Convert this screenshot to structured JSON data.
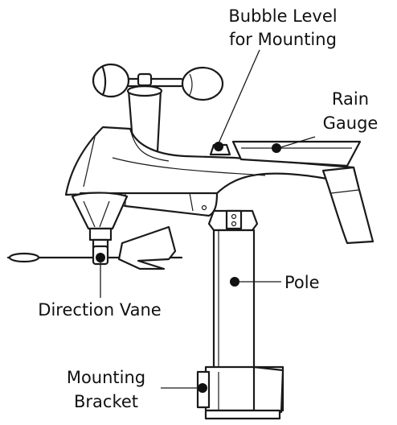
{
  "labels": {
    "bubble_level": [
      "Bubble Level",
      "for Mounting"
    ],
    "rain_gauge": [
      "Rain",
      "Gauge"
    ],
    "pole": "Pole",
    "direction_vane": "Direction Vane",
    "mounting_bracket": [
      "Mounting",
      "Bracket"
    ]
  },
  "colors": {
    "line": "#1a1a1a",
    "text": "#111111",
    "background": "#ffffff"
  }
}
